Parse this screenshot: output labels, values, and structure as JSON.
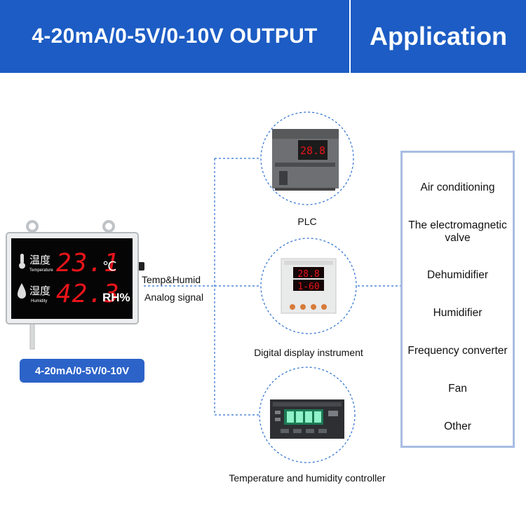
{
  "header": {
    "title_left": "4-20mA/0-5V/0-10V OUTPUT",
    "title_right": "Application"
  },
  "device": {
    "temp_label_cn": "温度",
    "temp_label_en": "Temperature",
    "temp_value": "23.1",
    "temp_unit": "℃",
    "humid_label_cn": "湿度",
    "humid_label_en": "Humidity",
    "humid_value": "42.3",
    "humid_unit": "RH%",
    "output_badge": "4-20mA/0-5V/0-10V"
  },
  "signal": {
    "line1": "Temp&Humid",
    "line2": "Analog signal"
  },
  "targets": [
    {
      "label": "PLC",
      "display": "28.8"
    },
    {
      "label": "Digital display instrument",
      "display_top": "28.8",
      "display_bottom": "1-60"
    },
    {
      "label": "Temperature and humidity controller"
    }
  ],
  "applications": [
    "Air conditioning",
    "The electromagnetic valve",
    "Dehumidifier",
    "Humidifier",
    "Frequency converter",
    "Fan",
    "Other"
  ],
  "colors": {
    "banner": "#1c5cc4",
    "led_red": "#e8141a",
    "connector_line": "#2b6fd0",
    "app_box_border": "#a9bde3"
  }
}
